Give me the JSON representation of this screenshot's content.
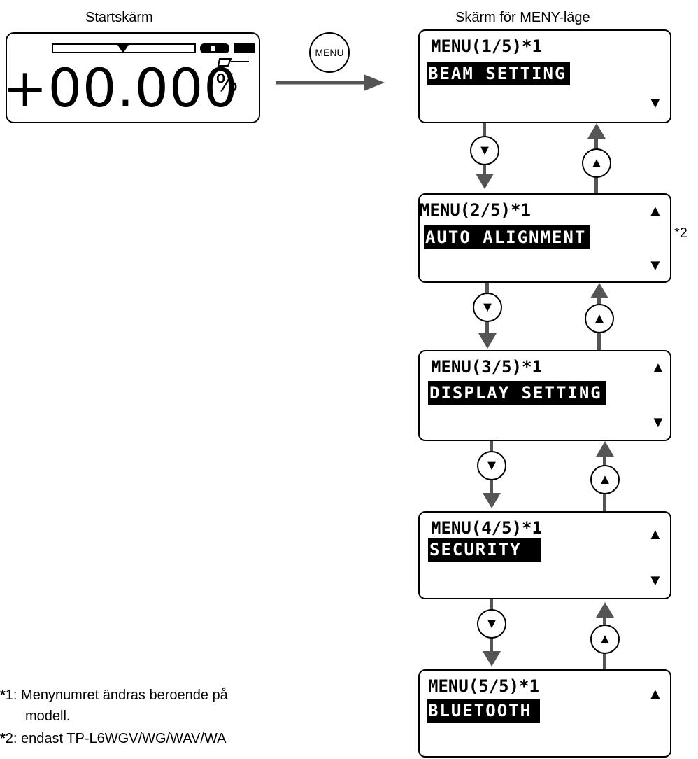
{
  "labels": {
    "start_screen": "Startskärm",
    "menu_mode_screen": "Skärm för MENY-läge"
  },
  "start_screen": {
    "readout": "+00.000",
    "unit": "%"
  },
  "menu_button": {
    "label": "MENU"
  },
  "menu_screens": [
    {
      "title": "MENU(1/5)*1",
      "item": "BEAM SETTING",
      "up": "",
      "down": "▼"
    },
    {
      "title": "MENU(2/5)*1",
      "item": "AUTO ALIGNMENT",
      "up": "▲",
      "down": "▼",
      "note": "*2"
    },
    {
      "title": "MENU(3/5)*1",
      "item": "DISPLAY SETTING",
      "up": "▲",
      "down": "▼"
    },
    {
      "title": "MENU(4/5)*1",
      "item": "SECURITY",
      "up": "▲",
      "down": "▼"
    },
    {
      "title": "MENU(5/5)*1",
      "item": "BLUETOOTH",
      "up": "▲",
      "down": ""
    }
  ],
  "nav": {
    "down_symbol": "▼",
    "up_symbol": "▲"
  },
  "footnotes": [
    {
      "mark": "*",
      "text": "1: Menynumret ändras beroende på",
      "text2": "modell."
    },
    {
      "mark": "*",
      "text": "2: endast TP-L6WGV/WG/WAV/WA"
    }
  ],
  "colors": {
    "arrow": "#555555",
    "screen_border": "#000000",
    "highlight_bg": "#000000"
  }
}
